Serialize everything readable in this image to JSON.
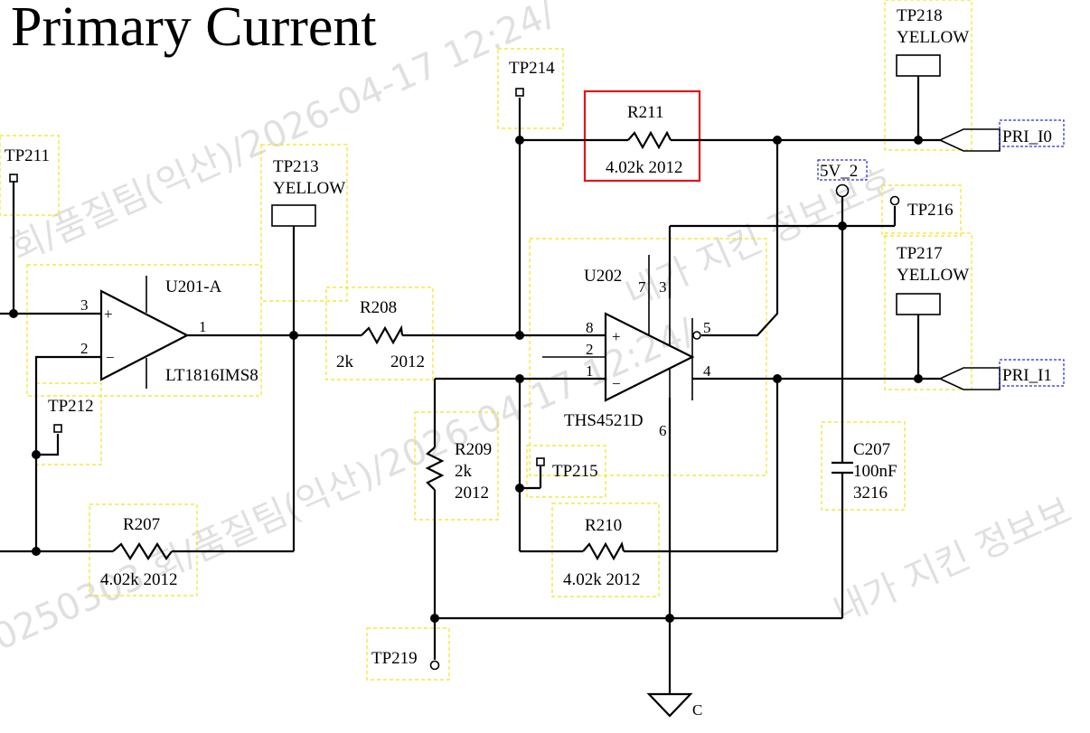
{
  "title": "Primary Current",
  "watermark": {
    "line1": "회/품질팀(익산)/2026-04-17 12:24/",
    "line2": "내가 지킨 정보보호",
    "line3": "0250303 회/품질팀(익산)/2026-04-17 12:24/",
    "line4": "내가 지킨 정보보"
  },
  "parts": {
    "u201": {
      "ref": "U201-A",
      "value": "LT1816IMS8",
      "pin_plus": "3",
      "pin_minus": "2",
      "pin_out": "1"
    },
    "u202": {
      "ref": "U202",
      "value": "THS4521D",
      "pin_7": "7",
      "pin_3": "3",
      "pin_8": "8",
      "pin_2": "2",
      "pin_1": "1",
      "pin_5": "5",
      "pin_4": "4",
      "pin_6": "6"
    },
    "r207": {
      "ref": "R207",
      "value": "4.02k  2012"
    },
    "r208": {
      "ref": "R208",
      "value": "2k",
      "size": "2012"
    },
    "r209": {
      "ref": "R209",
      "value": "2k",
      "size": "2012"
    },
    "r210": {
      "ref": "R210",
      "value": "4.02k  2012"
    },
    "r211": {
      "ref": "R211",
      "value": "4.02k  2012"
    },
    "c207": {
      "ref": "C207",
      "value": "100nF",
      "size": "3216"
    }
  },
  "testpoints": {
    "tp211": "TP211",
    "tp212": "TP212",
    "tp213": {
      "ref": "TP213",
      "color": "YELLOW"
    },
    "tp214": "TP214",
    "tp215": "TP215",
    "tp216": "TP216",
    "tp217": {
      "ref": "TP217",
      "color": "YELLOW"
    },
    "tp218": {
      "ref": "TP218",
      "color": "YELLOW"
    },
    "tp219": "TP219"
  },
  "nets": {
    "supply": "5V_2",
    "pri_i0": "PRI_I0",
    "pri_i1": "PRI_I1",
    "ground": "C"
  },
  "colors": {
    "wire": "#000000",
    "outline_dash": "#f2e21a",
    "net_label_dash": "#2a2ad8",
    "highlight": "#e0161b"
  }
}
